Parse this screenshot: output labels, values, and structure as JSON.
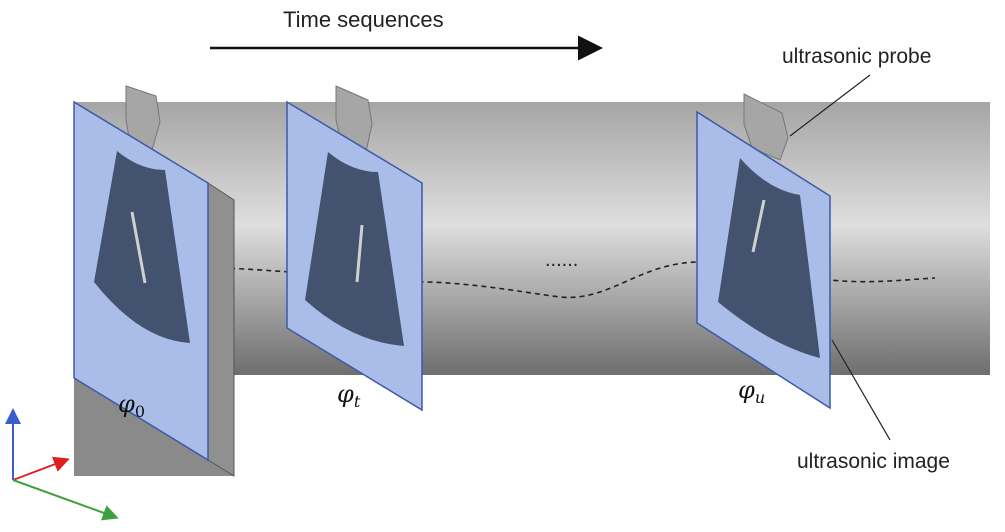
{
  "labels": {
    "time_sequences": "Time sequences",
    "probe": "ultrasonic probe",
    "image": "ultrasonic image",
    "ellipsis": "......",
    "phi0": "φ",
    "phi0_sub": "0",
    "phit": "φ",
    "phit_sub": "t",
    "phiu": "φ",
    "phiu_sub": "u"
  },
  "colors": {
    "slab_top": "#9a9a9a",
    "slab_mid": "#dcdcdc",
    "slab_bottom": "#707070",
    "image_plane": "#a9bde8",
    "sector": "#43526e",
    "probe": "#a6a6a6",
    "axis_blue": "#3a5fcd",
    "axis_red": "#e02020",
    "axis_green": "#3fa03f"
  },
  "icons": {
    "axes": "xyz-axes-icon",
    "probe": "ultrasonic-probe-icon",
    "arrow": "time-arrow-icon"
  }
}
